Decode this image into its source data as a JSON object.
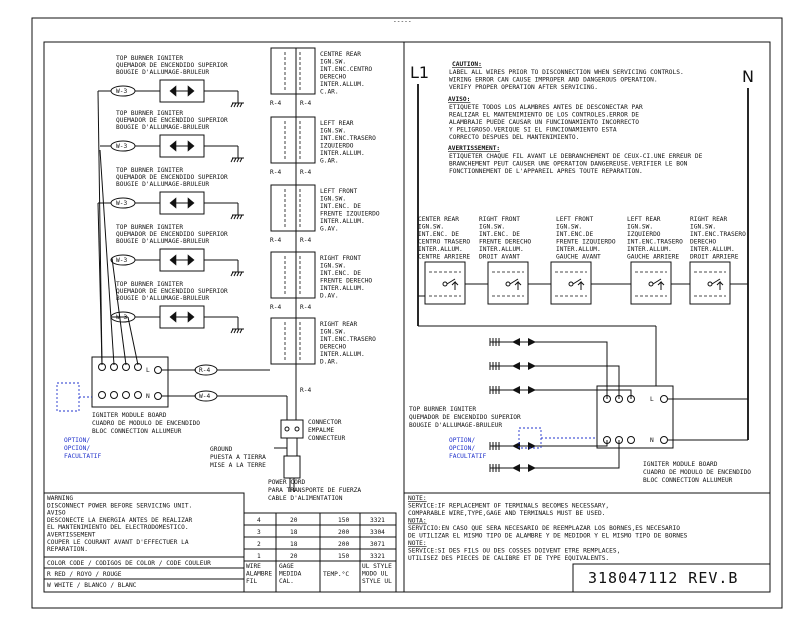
{
  "header": {
    "sheet_mark": "-----"
  },
  "igniters": [
    {
      "en": "TOP BURNER IGNITER",
      "es": "QUEMADOR DE ENCENDIDO SUPERIOR",
      "fr": "BOUGIE D'ALLUMAGE-BRULEUR",
      "wire": "W-3"
    },
    {
      "en": "TOP BURNER IGNITER",
      "es": "QUEMADOR DE ENCENDIDO SUPERIOR",
      "fr": "BOUGIE D'ALLUMAGE-BRULEUR",
      "wire": "W-3"
    },
    {
      "en": "TOP BURNER IGNITER",
      "es": "QUEMADOR DE ENCENDIDO SUPERIOR",
      "fr": "BOUGIE D'ALLUMAGE-BRULEUR",
      "wire": "W-3"
    },
    {
      "en": "TOP BURNER IGNITER",
      "es": "QUEMADOR DE ENCENDIDO SUPERIOR",
      "fr": "BOUGIE D'ALLUMAGE-BRULEUR",
      "wire": "W-3"
    },
    {
      "en": "TOP BURNER IGNITER",
      "es": "QUEMADOR DE ENCENDIDO SUPERIOR",
      "fr": "BOUGIE D'ALLUMAGE-BRULEUR",
      "wire": "W-3"
    }
  ],
  "switches_left": [
    {
      "lines": [
        "CENTRE REAR",
        "IGN.SW.",
        "INT.ENC.CENTRO",
        "DERECHO",
        "INTER.ALLUM.",
        "C.AR."
      ]
    },
    {
      "lines": [
        "LEFT REAR",
        "IGN.SW.",
        "INT.ENC.TRASERO",
        "IZQUIERDO",
        "INTER.ALLUM.",
        "G.AR."
      ]
    },
    {
      "lines": [
        "LEFT FRONT",
        "IGN.SW.",
        "INT.ENC. DE",
        "FRENTE IZQUIERDO",
        "INTER.ALLUM.",
        "G.AV."
      ]
    },
    {
      "lines": [
        "RIGHT FRONT",
        "IGN.SW.",
        "INT.ENC. DE",
        "FRENTE DERECHO",
        "INTER.ALLUM.",
        "D.AV."
      ]
    },
    {
      "lines": [
        "RIGHT REAR",
        "IGN.SW.",
        "INT.ENC.TRASERO",
        "DERECHO",
        "INTER.ALLUM.",
        "D.AR."
      ]
    }
  ],
  "wire_r4": "R-4",
  "wire_w4": "W-4",
  "module_left": {
    "l": "L",
    "n": "N",
    "lines": [
      "IGNITER MODULE BOARD",
      "CUADRO DE MODULO DE ENCENDIDO",
      "BLOC CONNECTION ALLUMEUR"
    ]
  },
  "option": [
    "OPTION/",
    "OPCION/",
    "FACULTATIF"
  ],
  "connector": [
    "CONNECTOR",
    "EMPALME",
    "CONNECTEUR"
  ],
  "ground": [
    "GROUND",
    "PUESTA A TIERRA",
    "MISE A LA TERRE"
  ],
  "power_cord": [
    "POWER CORD",
    "PARA TRANSPORTE DE FUERZA",
    "CABLE D'ALIMENTATION"
  ],
  "warning": [
    "WARNING",
    "DISCONNECT POWER BEFORE SERVICING UNIT.",
    "AVISO",
    "DESCONECTE LA ENERGIA ANTES DE REALIZAR",
    "EL MANTENIMIENTO DEL ELECTRODOMESTICO.",
    "AVERTISSEMENT",
    "COUPER LE COURANT AVANT D'EFFECTUER LA",
    "REPARATION."
  ],
  "color_code": {
    "title": "COLOR CODE / CODIGOS DE COLOR / CODE COULEUR",
    "rows": [
      "R  RED / ROYO / ROUGE",
      "W  WHITE / BLANCO / BLANC"
    ]
  },
  "wire_table": {
    "rows": [
      [
        "4",
        "20",
        "150",
        "3321"
      ],
      [
        "3",
        "18",
        "200",
        "3304"
      ],
      [
        "2",
        "18",
        "200",
        "3071"
      ],
      [
        "1",
        "20",
        "150",
        "3321"
      ]
    ],
    "headers": [
      [
        "WIRE",
        "ALAMBRE",
        "FIL"
      ],
      [
        "GAGE",
        "MEDIDA",
        "CAL."
      ],
      [
        "TEMP.°C"
      ],
      [
        "UL STYLE",
        "MODO UL",
        "STYLE UL"
      ]
    ]
  },
  "right": {
    "l1": "L1",
    "n": "N",
    "caution_title": "CAUTION:",
    "caution": [
      "LABEL ALL WIRES PRIOR TO DISCONNECTION WHEN SERVICING CONTROLS.",
      "WIRING ERROR CAN CAUSE IMPROPER AND DANGEROUS OPERATION.",
      "VERIFY PROPER OPERATION AFTER SERVICING."
    ],
    "aviso_title": "AVISO:",
    "aviso": [
      "ETIQUETE TODOS LOS ALAMBRES ANTES DE DESCONECTAR PAR",
      "REALIZAR EL MANTENIMIENTO DE LOS CONTROLES.ERROR DE",
      "ALAMBRAJE PUEDE CAUSAR UN FUNCIONAMIENTO INCORRECTO",
      "Y PELIGROSO.VERIQUE SI EL FUNCIONAMIENTO ESTA",
      "CORRECTO DESPUES DEL MANTENIMIENTO."
    ],
    "avert_title": "AVERTISSEMENT:",
    "avert": [
      "ETIQUETER CHAQUE FIL AVANT LE DEBRANCHEMENT DE CEUX-CI.UNE ERREUR DE",
      "BRANCHEMENT PEUT CAUSER UNE OPERATION DANGEREUSE.VERIFIER LE BON",
      "FONCTIONNEMENT DE L'APPAREIL APRES TOUTE REPARATION."
    ],
    "switches": [
      [
        "CENTER REAR",
        "IGN.SW.",
        "INT.ENC. DE",
        "CENTRO TRASERO",
        "INTER.ALLUM.",
        "CENTRE ARRIERE"
      ],
      [
        "RIGHT FRONT",
        "IGN.SW.",
        "INT.ENC. DE",
        "FRENTE DERECHO",
        "INTER.ALLUM.",
        "DROIT AVANT"
      ],
      [
        "LEFT FRONT",
        "IGN.SW.",
        "INT.ENC.DE",
        "FRENTE IZQUIERDO",
        "INTER.ALLUM.",
        "GAUCHE AVANT"
      ],
      [
        "LEFT REAR",
        "IGN.SW.",
        "IZQUIERDO",
        "INT.ENC.TRASERO",
        "INTER.ALLUM.",
        "GAUCHE ARRIERE"
      ],
      [
        "RIGHT REAR",
        "IGN.SW.",
        "INT.ENC.TRASERO",
        "DERECHO",
        "INTER.ALLUM.",
        "DROIT ARRIERE"
      ]
    ],
    "igniter": [
      "TOP BURNER IGNITER",
      "QUEMADOR DE ENCENDIDO SUPERIOR",
      "BOUGIE D'ALLUMAGE-BRULEUR"
    ],
    "module": {
      "l": "L",
      "n": "N",
      "lines": [
        "IGNITER MODULE BOARD",
        "CUADRO DE MODULO DE ENCENDIDO",
        "BLOC CONNECTION ALLUMEUR"
      ]
    },
    "notes": [
      {
        "title": "NOTE:",
        "lines": [
          "SERVICE:IF REPLACEMENT OF TERMINALS BECOMES NECESSARY,",
          "COMPARABLE WIRE,TYPE,GAGE AND TERMINALS MUST BE USED."
        ]
      },
      {
        "title": "NOTA:",
        "lines": [
          "SERVICIO:EN CASO QUE SERA NECESARIO DE REEMPLAZAR LOS BORNES,ES NECESARIO",
          "DE UTILIZAR EL MISMO TIPO DE ALAMBRE Y DE MEDIDOR Y EL MISMO TIPO DE BORNES"
        ]
      },
      {
        "title": "NOTE:",
        "lines": [
          "SERVICE:SI DES FILS OU DES COSSES DOIVENT ETRE REMPLACES,",
          "UTILISEZ DES PIECES DE CALIBRE ET DE TYPE EQUIVALENTS."
        ]
      }
    ],
    "part_number": "318047112 REV.B"
  }
}
